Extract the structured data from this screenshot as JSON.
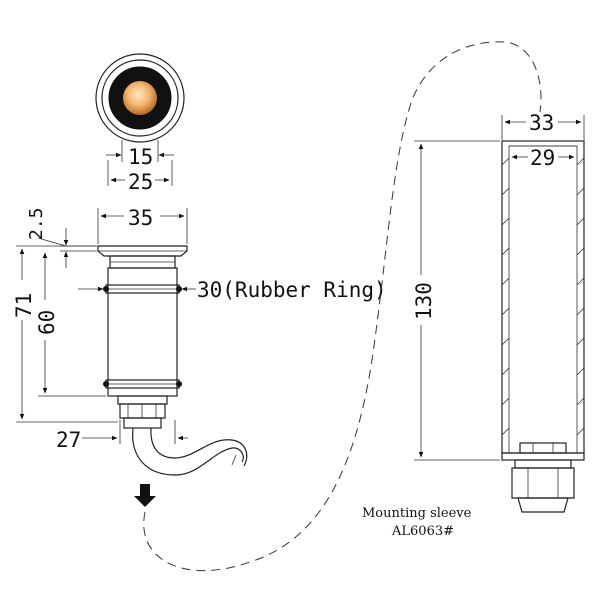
{
  "dimensions": {
    "d15": "15",
    "d25": "25",
    "d2_5": "2.5",
    "d35": "35",
    "d30": "30(Rubber Ring)",
    "d71": "71",
    "d60": "60",
    "d27": "27",
    "d130": "130",
    "d33": "33",
    "d29": "29"
  },
  "caption": {
    "line1": "Mounting sleeve",
    "line2": "AL6063#"
  },
  "colors": {
    "lens_glow": "#f3b36a",
    "lens_core": "#ffe7c4",
    "ring_dark": "#111111",
    "line": "#222222"
  }
}
